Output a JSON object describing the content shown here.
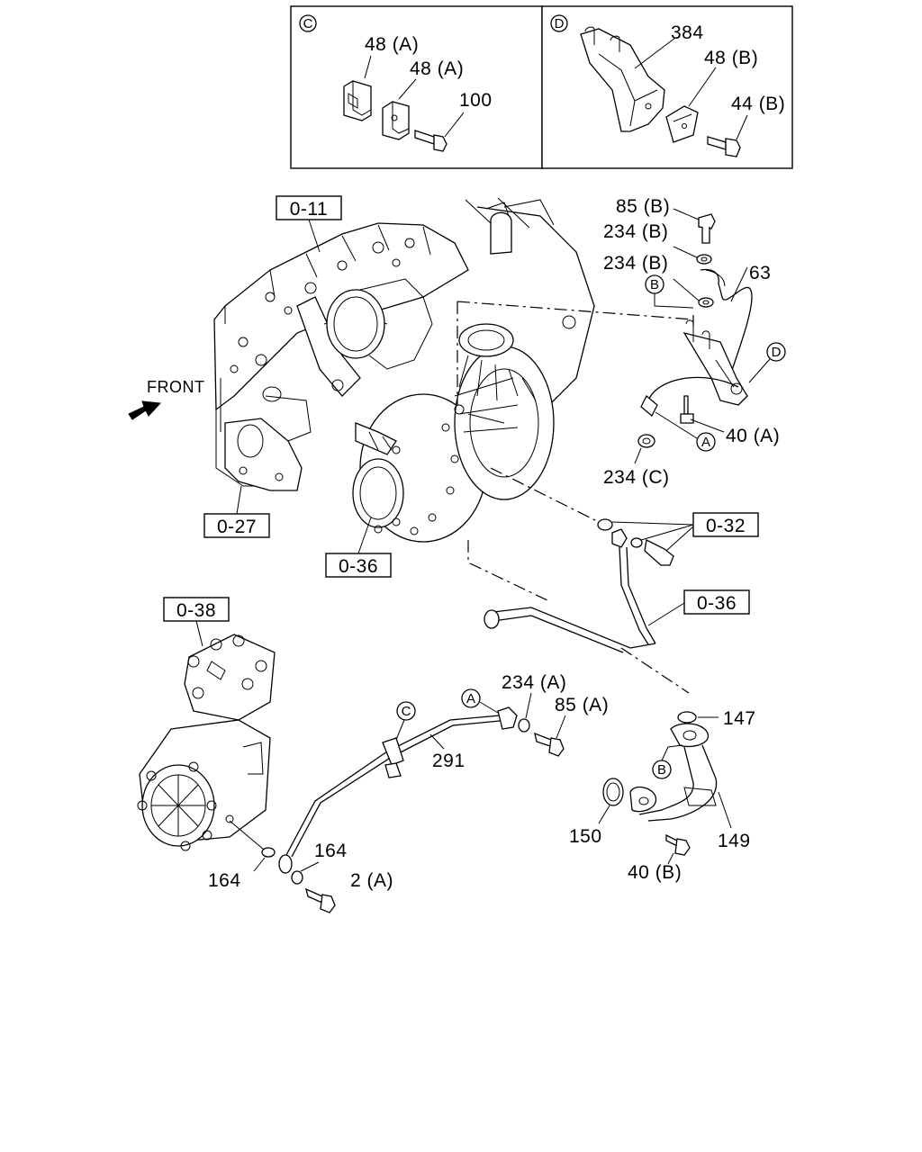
{
  "detail_boxes": {
    "c": {
      "letter": "C",
      "labels": [
        "48 (A)",
        "48 (A)",
        "100"
      ]
    },
    "d": {
      "letter": "D",
      "labels": [
        "384",
        "48 (B)",
        "44 (B)"
      ]
    }
  },
  "front_label": "FRONT",
  "ref_boxes": {
    "o11": "0-11",
    "o27": "0-27",
    "o36_main": "0-36",
    "o32": "0-32",
    "o36_pipe": "0-36",
    "o38": "0-38"
  },
  "labels": {
    "p85b": "85 (B)",
    "p234b_1": "234 (B)",
    "p234b_2": "234 (B)",
    "p63": "63",
    "p40a": "40 (A)",
    "p234c": "234 (C)",
    "p234a": "234 (A)",
    "p85a": "85 (A)",
    "p291": "291",
    "p147": "147",
    "p150": "150",
    "p149": "149",
    "p40b": "40 (B)",
    "p164_1": "164",
    "p164_2": "164",
    "p2a": "2 (A)"
  },
  "callouts": {
    "a1": "A",
    "a2": "A",
    "b1": "B",
    "b2": "B",
    "c1": "C",
    "d1": "D"
  }
}
